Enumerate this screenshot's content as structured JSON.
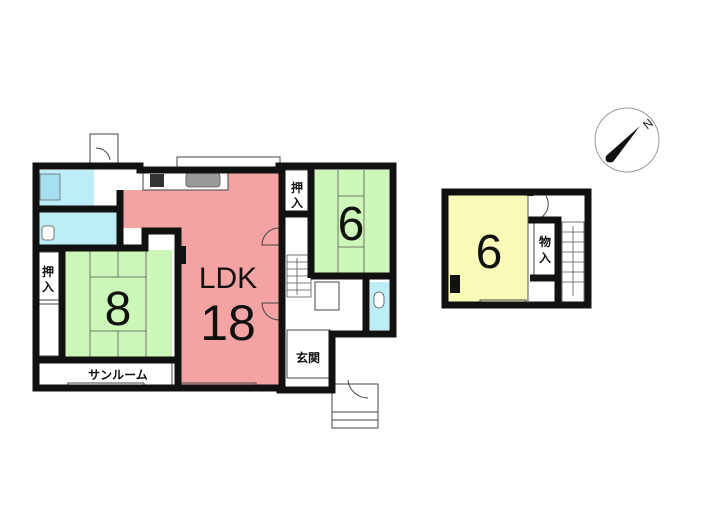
{
  "floor1": {
    "ldk_label": "LDK",
    "ldk_size": "18",
    "tatami8_size": "8",
    "tatami6_size": "6",
    "oshiire_left": [
      "押",
      "入"
    ],
    "oshiire_right": [
      "押",
      "入"
    ],
    "sunroom": "サンルーム",
    "genkan": "玄関"
  },
  "floor2": {
    "room_size": "6",
    "storage": [
      "物",
      "入"
    ]
  },
  "compass": {
    "north_label": "N"
  },
  "colors": {
    "ldk": "#f4a3a3",
    "tatami": "#ccf7b8",
    "water": "#bdeef7",
    "western": "#fafab8"
  }
}
